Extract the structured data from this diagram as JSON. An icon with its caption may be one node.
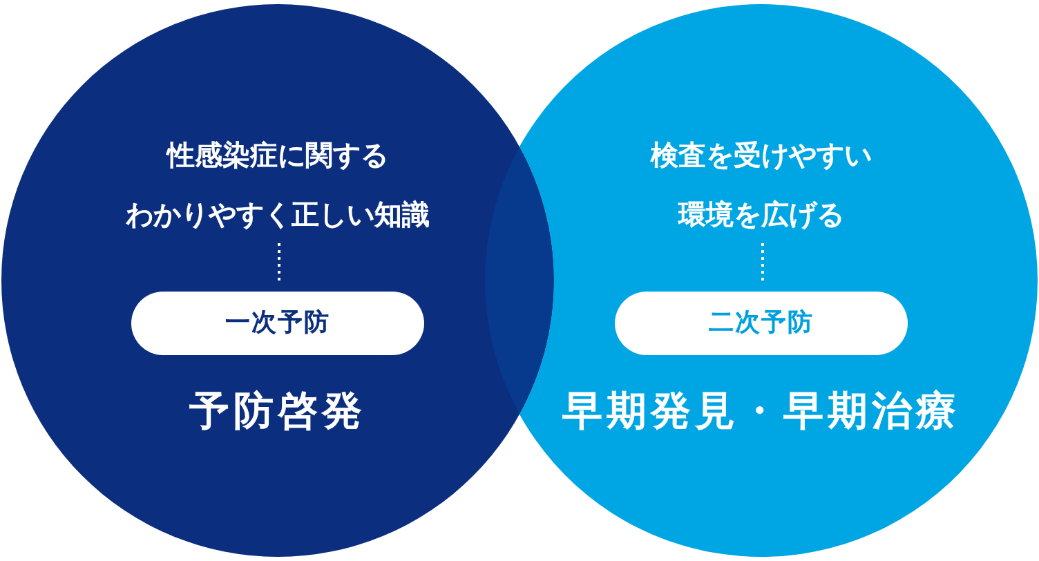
{
  "diagram": {
    "nodes": [
      {
        "text": [
          "性感染症に関するわかりやすく正しい知識",
          "予防啓発"
        ]
      },
      {
        "text": [
          "一次予防"
        ],
        "in": 0
      },
      {
        "text": [
          "検査を受けやすい環境を広げる",
          "早期発見・早期治療"
        ]
      },
      {
        "text": [
          "二次予防"
        ],
        "in": 2
      }
    ]
  }
}
